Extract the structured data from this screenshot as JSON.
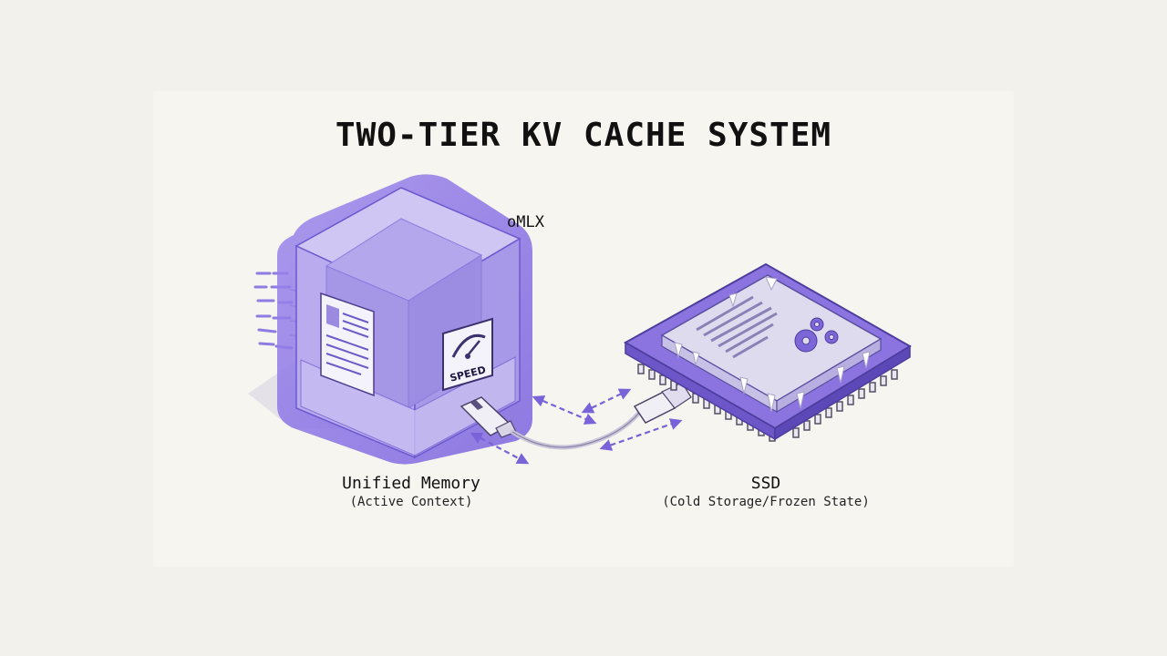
{
  "title": "TWO-TIER KV CACHE SYSTEM",
  "memory": {
    "tag": "oMLX",
    "label": "Unified Memory",
    "sublabel": "(Active Context)",
    "badge": "SPEED"
  },
  "ssd": {
    "label": "SSD",
    "sublabel": "(Cold Storage/Frozen State)"
  },
  "colors": {
    "accent": "#8a74e0",
    "accent_dark": "#6f58d2",
    "cube_face": "#b7a8ee",
    "background": "#f3f1ec"
  }
}
